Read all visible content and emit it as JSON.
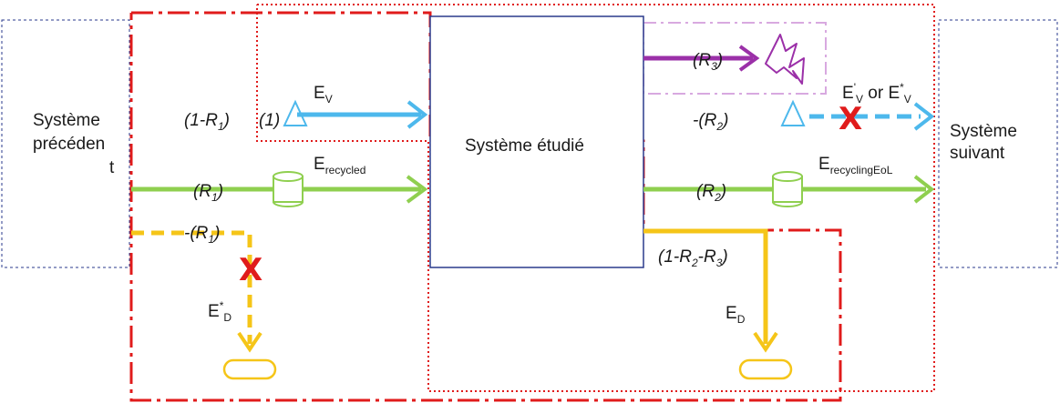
{
  "systems": {
    "previous": [
      "Système",
      "précéden",
      "t"
    ],
    "studied": "Système étudié",
    "next": [
      "Système",
      "suivant"
    ]
  },
  "labels": {
    "one_minus_r1": [
      "(1-R",
      "1",
      ")"
    ],
    "one": "(1)",
    "r1": [
      "(R",
      "1",
      ")"
    ],
    "minus_r1": [
      "-(R",
      "1",
      ")"
    ],
    "r3": [
      "(R",
      "3",
      ")"
    ],
    "minus_r2": [
      "-(R",
      "2",
      ")"
    ],
    "r2": [
      "(R",
      "2",
      ")"
    ],
    "one_minus_r2_r3": [
      "(1-R",
      "2",
      "-R",
      "3",
      ")"
    ]
  },
  "flows": {
    "ev": [
      "E",
      "V"
    ],
    "erecycled": [
      "E",
      "recycled"
    ],
    "ed_star": [
      "E",
      "*",
      "D"
    ],
    "ed": [
      "E",
      "D"
    ],
    "erecycling_eol": [
      "E",
      "recyclingEoL"
    ],
    "ev_prime": [
      "E",
      "'",
      "V",
      " or E",
      "*",
      "V"
    ]
  },
  "marks": {
    "x": "X"
  },
  "colors": {
    "blue": "#4db8ec",
    "green": "#8fcf4f",
    "yellow": "#f5c518",
    "purple": "#9b30a8",
    "purple_light": "#d8a9e0",
    "red": "#e01b1b",
    "navy": "#2a3a8c"
  }
}
